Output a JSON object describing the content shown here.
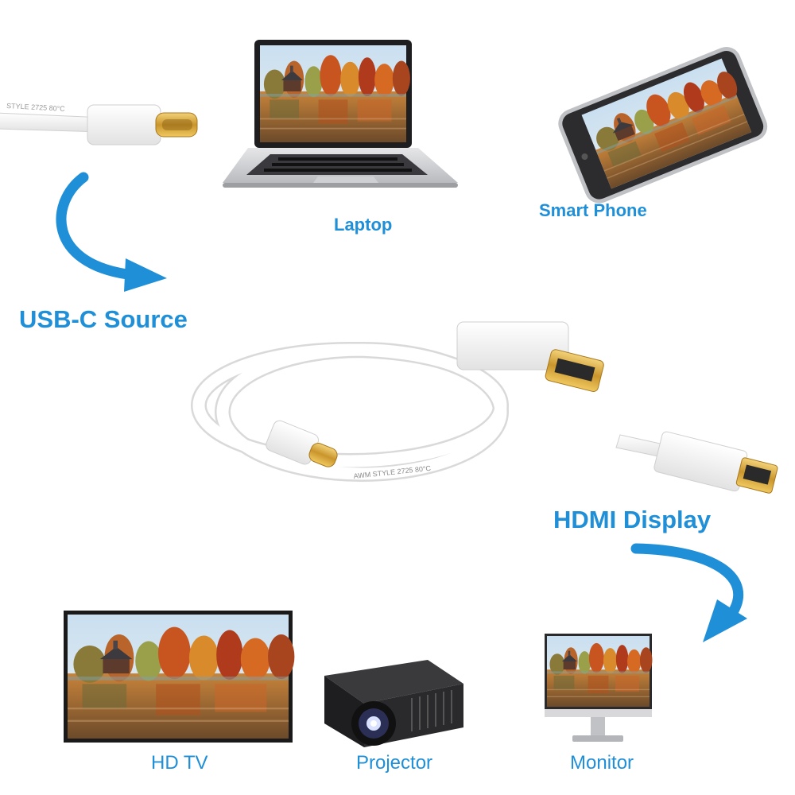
{
  "labels": {
    "laptop": "Laptop",
    "smart_phone": "Smart Phone",
    "usb_c_source": "USB-C Source",
    "hdmi_display": "HDMI Display",
    "hd_tv": "HD TV",
    "projector": "Projector",
    "monitor": "Monitor"
  },
  "cable_text": {
    "top_connector": "STYLE 2725 80°C",
    "coil": "AWM STYLE 2725 80°C"
  },
  "colors": {
    "accent": "#1f8fd8",
    "cable": "#f4f4f4",
    "gold": "#d9a93a"
  },
  "icons": [
    "usb-c-plug-icon",
    "hdmi-plug-icon",
    "laptop-icon",
    "phone-icon",
    "tv-icon",
    "projector-icon",
    "monitor-icon",
    "curved-arrow-icon"
  ]
}
